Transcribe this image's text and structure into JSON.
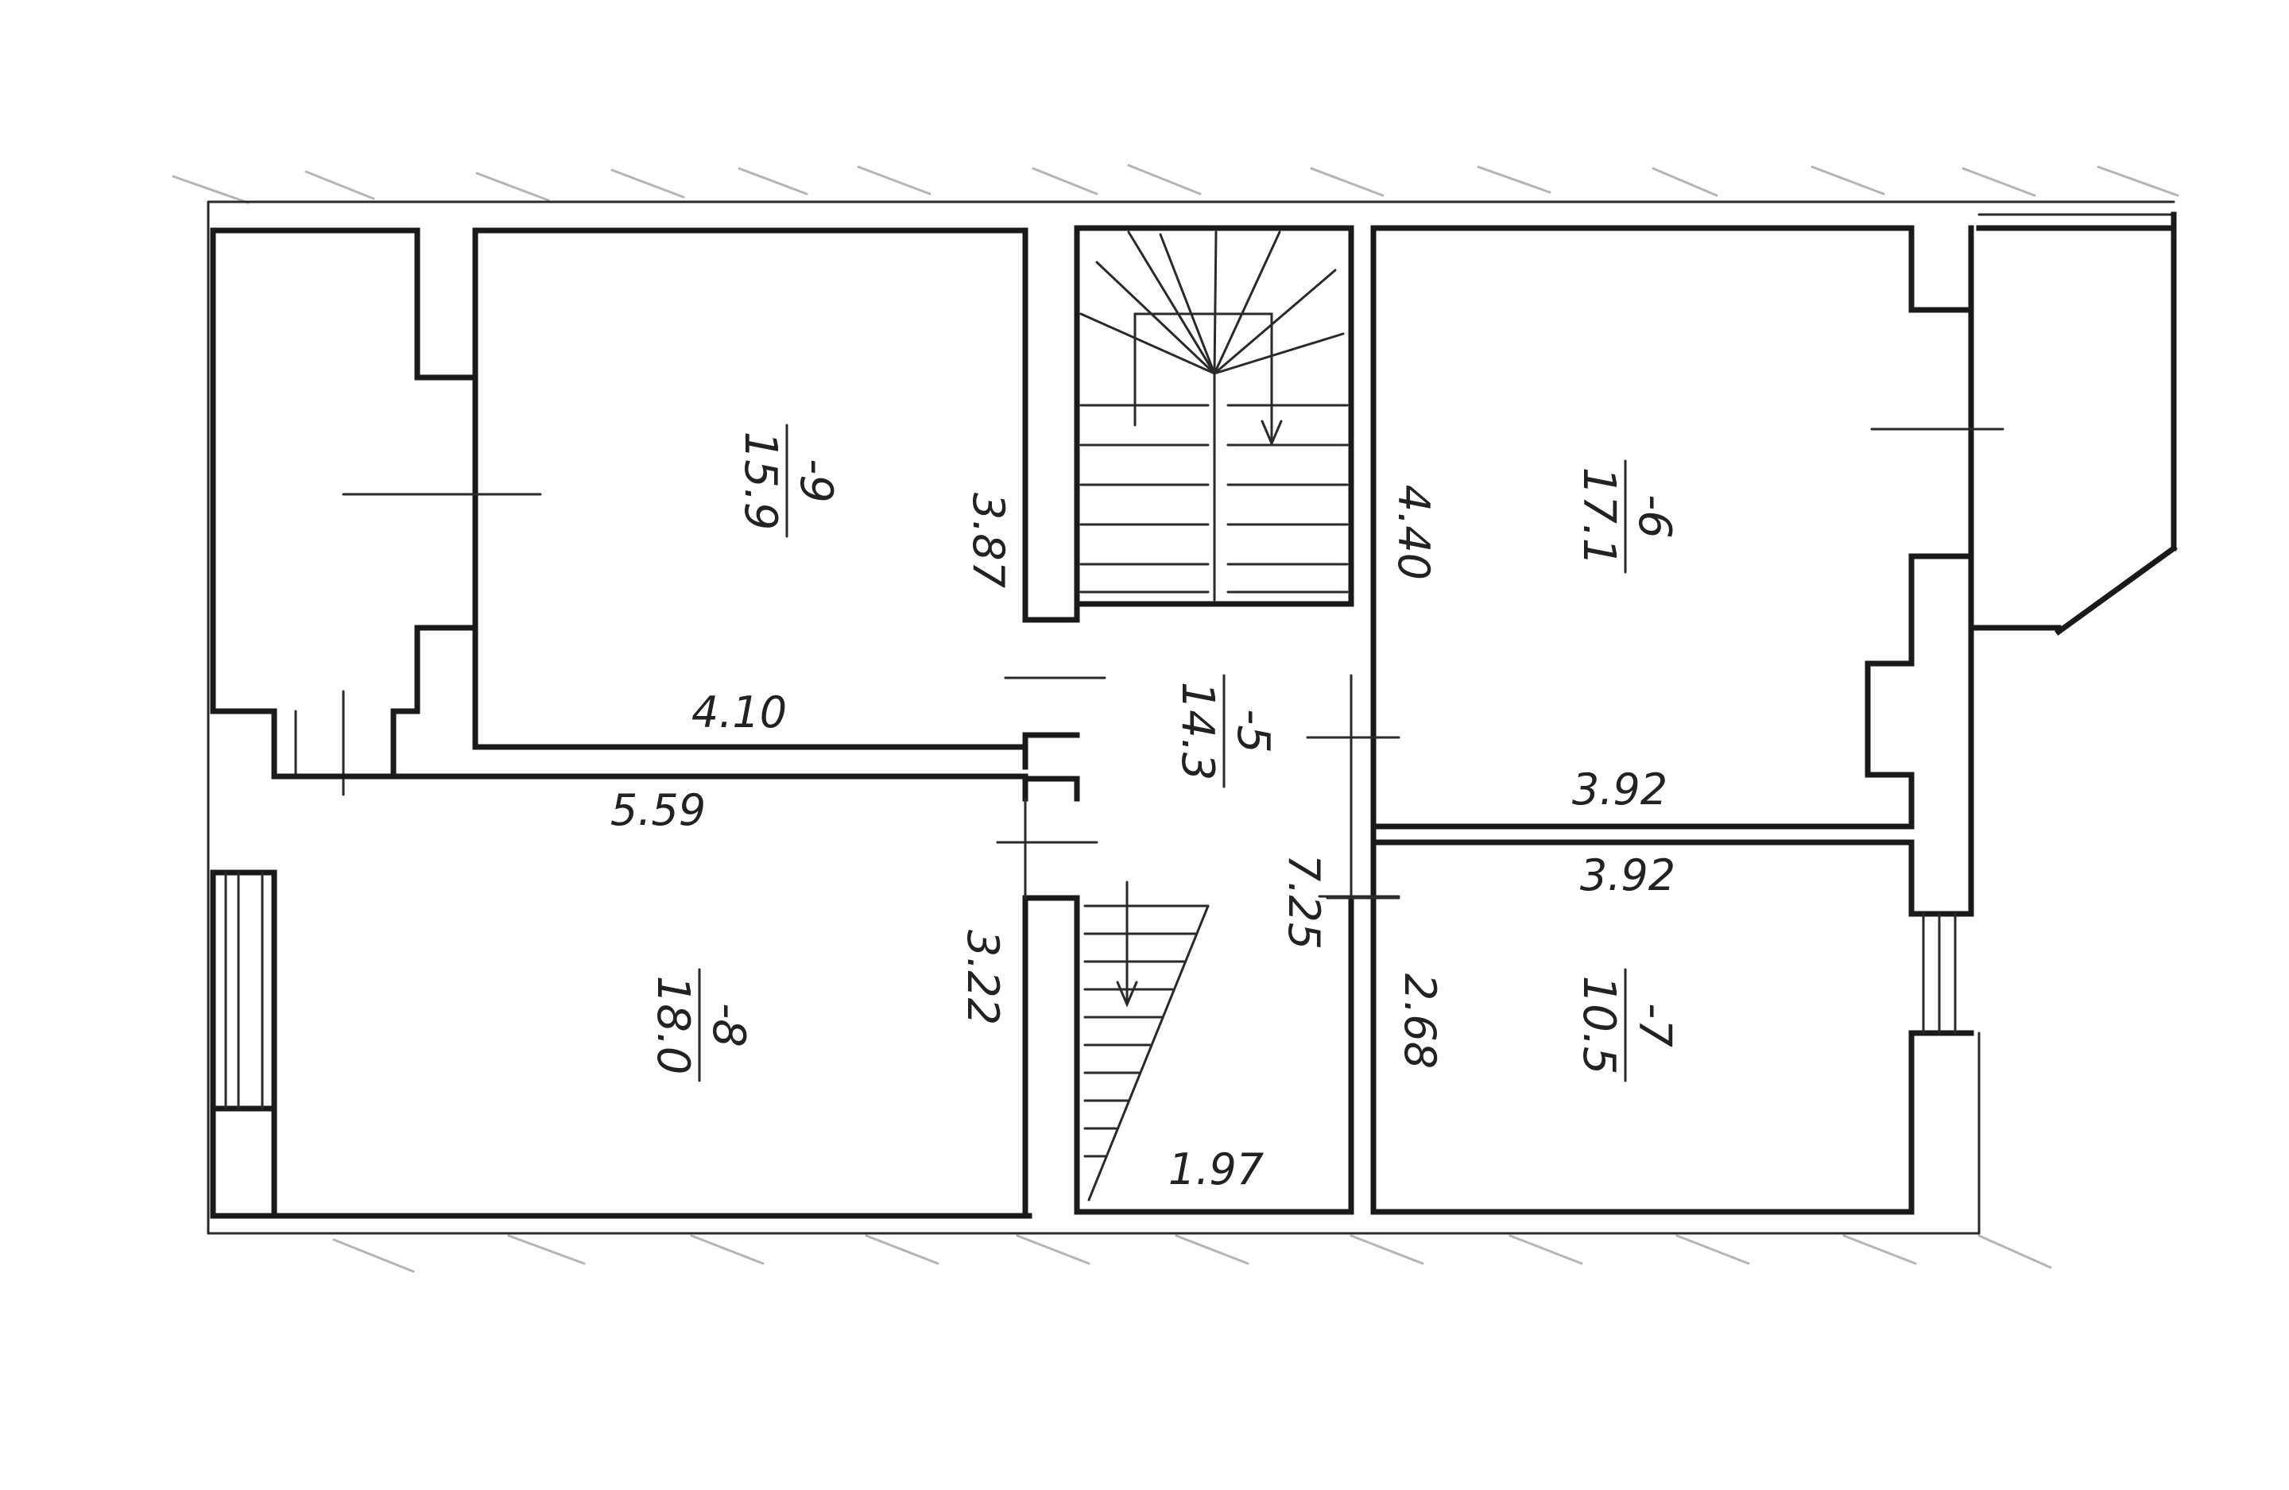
{
  "colors": {
    "ink": "#1a1a1a",
    "hatch": "#b5b5b5",
    "paper": "#ffffff"
  },
  "rooms": [
    {
      "id": "r9",
      "number": "-9",
      "area": "15.9"
    },
    {
      "id": "r8",
      "number": "-8",
      "area": "18.0"
    },
    {
      "id": "r5",
      "number": "-5",
      "area": "14.3"
    },
    {
      "id": "r6",
      "number": "-6",
      "area": "17.1"
    },
    {
      "id": "r7",
      "number": "-7",
      "area": "10.5"
    }
  ],
  "dimensions": {
    "r9_height": "3.87",
    "r9_width": "4.10",
    "r8_width": "5.59",
    "r8_height": "3.22",
    "r6_height": "4.40",
    "r6_width": "3.92",
    "r7_width": "3.92",
    "r7_height": "2.68",
    "corridor_length": "7.25",
    "stair_width": "1.97"
  }
}
